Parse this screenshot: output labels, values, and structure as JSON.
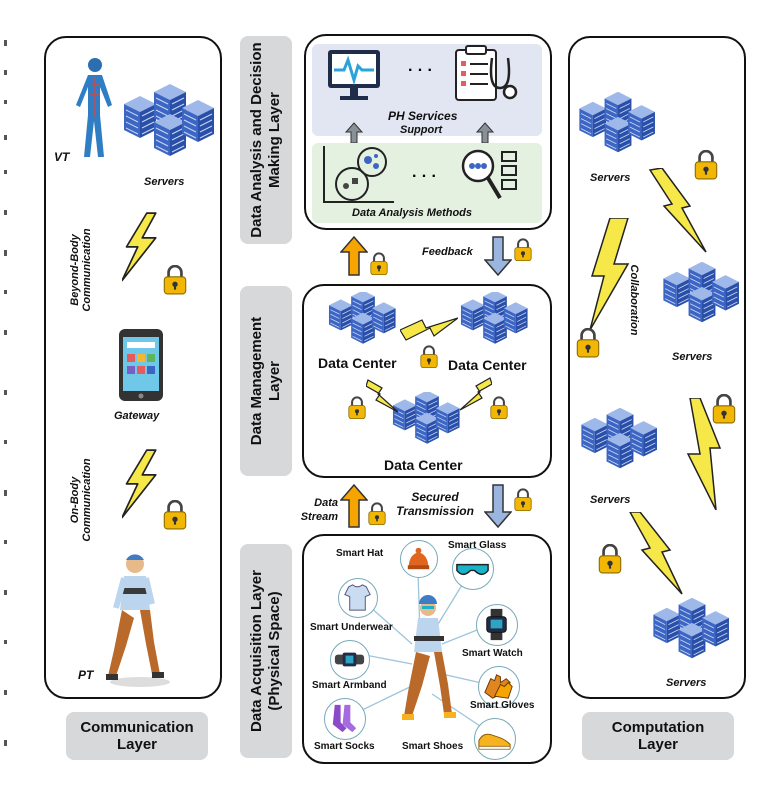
{
  "left_panel": {
    "vt_label": "VT",
    "pt_label": "PT",
    "servers_label": "Servers",
    "beyond_body": "Beyond-Body Communication",
    "gateway_label": "Gateway",
    "on_body": "On-Body Communication",
    "footer": "Communication Layer"
  },
  "layers": {
    "analysis": "Data Analysis and Decision Making Layer",
    "management": "Data Management Layer",
    "acquisition": "Data Acquisition Layer (Physical Space)"
  },
  "analysis": {
    "services": "PH Services",
    "support": "Support",
    "methods": "Data Analysis Methods",
    "ellipsis": "· · ·"
  },
  "arrows": {
    "feedback": "Feedback",
    "data_stream": "Data Stream",
    "secured": "Secured Transmission"
  },
  "management": {
    "dc1": "Data Center",
    "dc2": "Data Center",
    "dc3": "Data Center"
  },
  "devices": {
    "hat": "Smart Hat",
    "glass": "Smart Glass",
    "underwear": "Smart Underwear",
    "watch": "Smart Watch",
    "armband": "Smart Armband",
    "gloves": "Smart Gloves",
    "socks": "Smart Socks",
    "shoes": "Smart Shoes"
  },
  "right_panel": {
    "servers1": "Servers",
    "servers2": "Servers",
    "servers3": "Servers",
    "servers4": "Servers",
    "collaboration": "Collaboration",
    "footer": "Computation Layer"
  },
  "colors": {
    "server_blue": "#3d66c4",
    "bolt_yellow": "#f7e84a",
    "lock_gold": "#f2b705",
    "arrow_orange": "#f6a400",
    "arrow_blue": "#9ab6e0",
    "layer_grey": "#d6d8da"
  }
}
